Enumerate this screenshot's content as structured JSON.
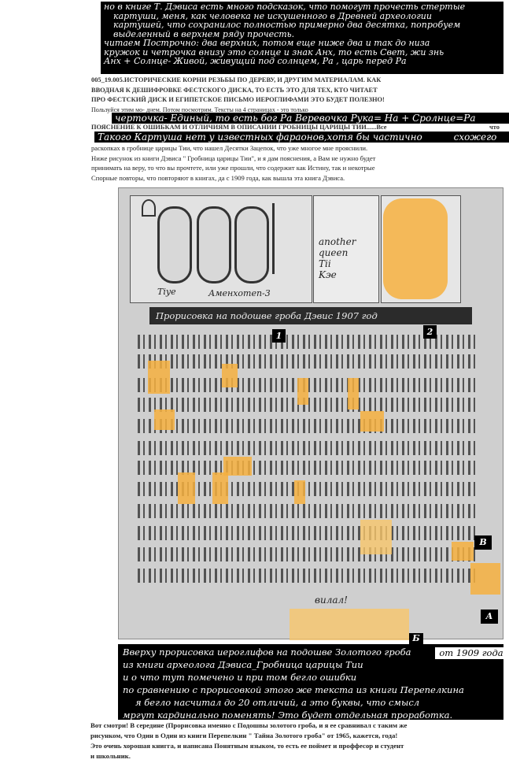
{
  "top_note": {
    "lines": [
      "но в книге Т. Дэвиса есть много подсказок, что помогут прочесть стертые",
      "картуши, меня, как человека не искушенного в Древней археологии",
      "картушей, что сохранилос полностью примерно два десятка, попробуем",
      "выделенный в верхнем ряду прочесть.",
      "читаем Построчно: два верхних, потом еще ниже два и так до низа",
      "кружок и четрочка внизу это солнце и знак Анх, то есть Свет, жи знь",
      "Анх + Солнце- Живой, живущий под солнцем, Ра , царь перед Ра"
    ]
  },
  "header_article": {
    "lines": [
      "005_19.005.ИСТОРИЧЕСКИЕ КОРНИ РЕЗЬБЫ ПО ДЕРЕВУ, И ДРУГИМ МАТЕРИАЛАМ. КАК",
      "ВВОДНАЯ К ДЕШИФРОВКЕ ФЕСТСКОГО ДИСКА, ТО ЕСТЬ ЭТО ДЛЯ ТЕХ, КТО ЧИТАЕТ",
      "ПРО ФЕСТСКИЙ ДИСК И ЕГИПЕТСКОЕ ПИСЬМО ИЕРОГЛИФАМИ ЭТО БУДЕТ ПОЛЕЗНО!"
    ],
    "subline": "Пользуйся этим мо- днем. Потом посмотрим. Тексты на 4 страницах - это только",
    "title_line": "ПОЯСНЕНИЕ К ОШИБКАМ И ОТЛИЧИЯМ В ОПИСАНИИ ГРОБНИЦЫ ЦАРИЦЫ ТИИ......Все",
    "title_tail": "что",
    "body_lines": [
      "раскопках в гробнице царицы Тии, что нашел Десятки Зацепок, что уже многое мне прояснили.",
      "Ниже рисунок из книги Дэвиса \" Гробница царицы Тии\", и я дам пояснения, а Вам не нужно будет",
      "принимать на веру, то что вы прочтете, или уже прошли, что содержит как Истину, так и некотрые",
      "Спорные повторы, что повторяют в книгах, да с 1909 года, как вышла эта книга Дэвиса."
    ]
  },
  "overlay_1": "черточка- Единый, то есть бог Ра Веревочка Рука= На + Сролнце=Ра",
  "overlay_2": "Такого Картуша нет у известных фараонов,хотя бы частично",
  "overlay_2_tail": "схожего",
  "drawing": {
    "label_tiye": "Tiye",
    "label_amenhotep": "Аменхотеп-3",
    "handwriting": [
      "another",
      "queen",
      "Tii",
      "Kэe"
    ],
    "caption": "Прорисовка на подошве гроба    Дэвис 1907 год",
    "marker_1": "1",
    "marker_2": "2",
    "marker_v": "В",
    "marker_a": "А",
    "marker_b": "Б",
    "note_bottom": "вилал!"
  },
  "bottom_note": {
    "lines": [
      "Вверху прорисовка иероглифов на подошве Золотого гроба",
      "из книги археолога Дэвиса_Гробница царицы Тии",
      "и о что тут помечено и при том бегло ошибки",
      "по сравнению с прорисовкой этого же текста из книги Перепелкина",
      "я бегло насчитал до 20 отличий, а это буквы, что смысл",
      "мргут кардинально поменять!  Это будет отдельная проработка."
    ],
    "year_tag": "от 1909 года"
  },
  "footer": {
    "lines": [
      "Вот смотри! В середине (Прорисовка именно с Подошвы золотого гроба, и я ее сравнивал с таким же",
      "рисунком, что Один в Один из книги Перепелкин \" Тайна Золотого гроба\" от 1965, кажется, года!",
      "Это очень хорошая книгга, и написана Понятным языком, то есть ее поймет и проффесор и студент",
      "и школьник."
    ]
  },
  "colors": {
    "highlight": "#f6b040",
    "overlay_bg": "#000000",
    "scan_gray": "#cfcfcf"
  }
}
